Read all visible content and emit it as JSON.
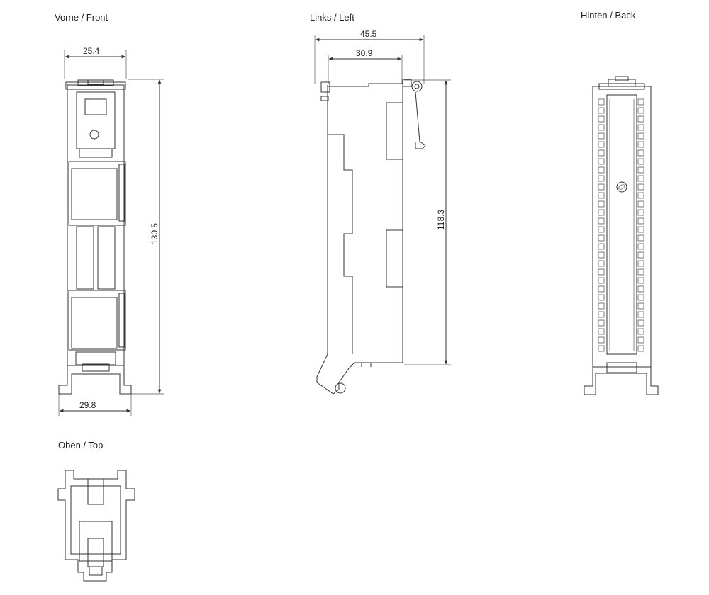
{
  "views": {
    "front": {
      "title": "Vorne / Front",
      "dim_top": "25.4",
      "dim_bottom": "29.8",
      "dim_height": "130.5"
    },
    "left": {
      "title": "Links / Left",
      "dim_total": "45.5",
      "dim_inner": "30.9",
      "dim_height": "118.3"
    },
    "back": {
      "title": "Hinten / Back"
    },
    "top": {
      "title": "Oben / Top"
    }
  },
  "colors": {
    "line": "#333333",
    "background": "#ffffff"
  }
}
